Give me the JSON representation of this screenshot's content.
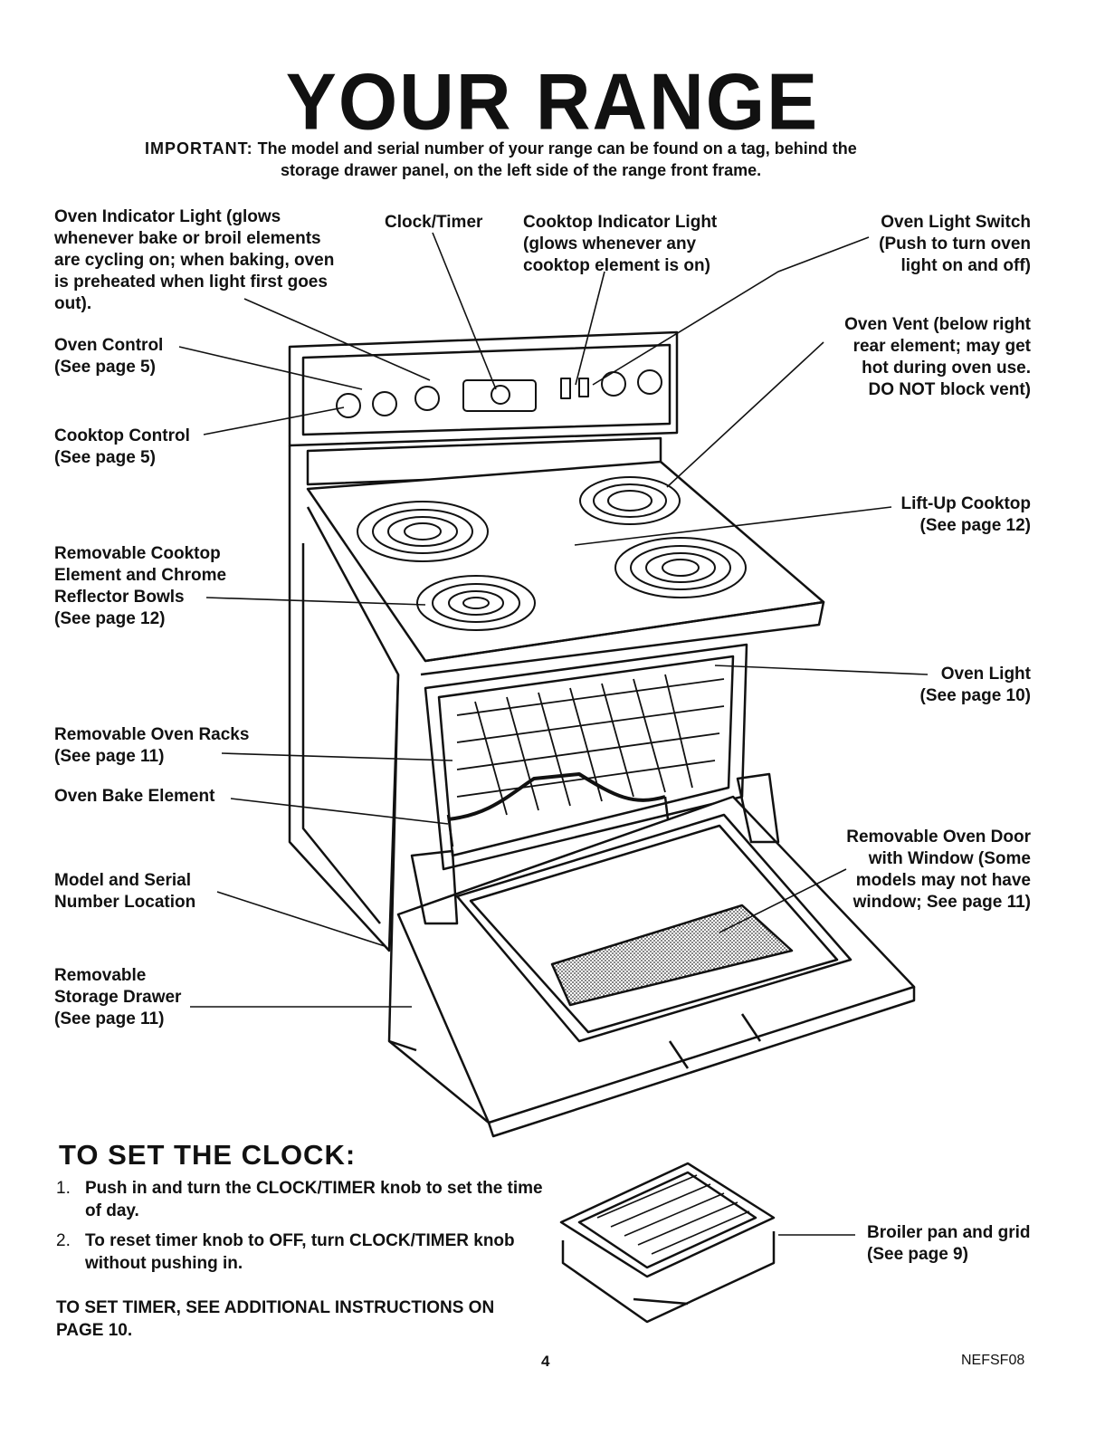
{
  "title": "YOUR RANGE",
  "important": {
    "label": "IMPORTANT:",
    "line1": "The model and serial number of your range can be found on a tag, behind the",
    "line2": "storage drawer panel, on the left side of the range front frame."
  },
  "labels": {
    "oven_indicator": [
      "Oven Indicator Light (glows",
      "whenever bake or broil elements",
      "are cycling on; when baking, oven",
      "is preheated when light first goes",
      "out)."
    ],
    "clock_timer": [
      "Clock/Timer"
    ],
    "cooktop_indicator": [
      "Cooktop Indicator Light",
      "(glows whenever any",
      "cooktop element is on)"
    ],
    "oven_light_switch": [
      "Oven Light Switch",
      "(Push to turn oven",
      "light on and off)"
    ],
    "oven_control": [
      "Oven Control",
      "(See page 5)"
    ],
    "oven_vent": [
      "Oven Vent (below right",
      "rear element; may get",
      "hot during oven use.",
      "DO NOT block vent)"
    ],
    "cooktop_control": [
      "Cooktop Control",
      "(See page 5)"
    ],
    "lift_up_cooktop": [
      "Lift-Up Cooktop",
      "(See page 12)"
    ],
    "removable_element": [
      "Removable Cooktop",
      "Element and Chrome",
      "Reflector Bowls",
      "(See page 12)"
    ],
    "oven_light": [
      "Oven Light",
      "(See page 10)"
    ],
    "oven_racks": [
      "Removable Oven Racks",
      "(See page 11)"
    ],
    "bake_element": [
      "Oven Bake Element"
    ],
    "oven_door": [
      "Removable Oven Door",
      "with Window (Some",
      "models may not have",
      "window; See page 11)"
    ],
    "model_serial": [
      "Model and Serial",
      "Number Location"
    ],
    "storage_drawer": [
      "Removable",
      "Storage Drawer",
      "(See page 11)"
    ],
    "broiler": [
      "Broiler pan and grid",
      "(See page 9)"
    ]
  },
  "clock_section": {
    "title": "TO SET THE CLOCK:",
    "steps": [
      {
        "num": "1.",
        "text": "Push in and turn the CLOCK/TIMER knob to set the time of day."
      },
      {
        "num": "2.",
        "text": "To reset timer knob to OFF, turn CLOCK/TIMER knob without pushing in."
      }
    ],
    "note": "TO SET TIMER, SEE ADDITIONAL INSTRUCTIONS ON PAGE 10."
  },
  "page_number": "4",
  "doc_code": "NEFSF08"
}
